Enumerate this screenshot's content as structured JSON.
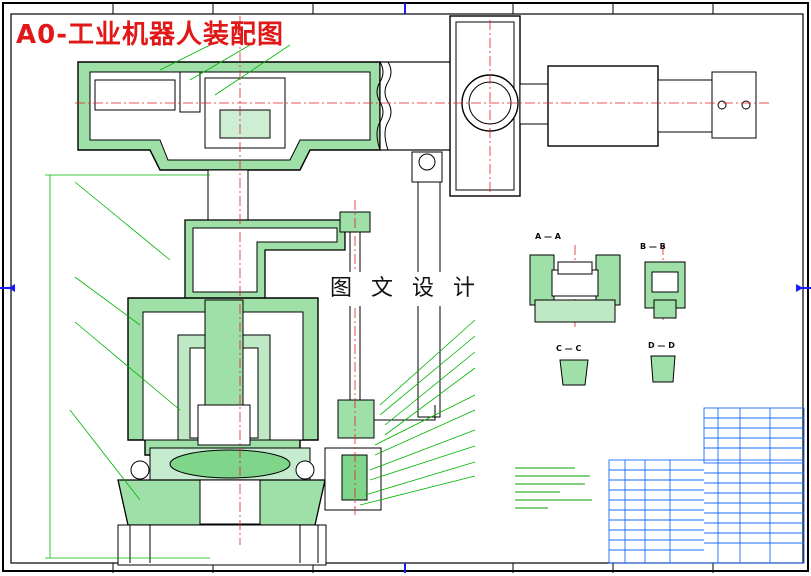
{
  "title": "A0-工业机器人装配图",
  "watermark": "图 文 设 计",
  "sections": {
    "aa": "A — A",
    "bb": "B — B",
    "cc": "C — C",
    "dd": "D — D"
  },
  "colors": {
    "outline": "#000000",
    "hatch": "#1e9e3a",
    "centerline": "#e02020",
    "leader": "#00b400",
    "title": "#e11818",
    "border": "#1a1aff"
  }
}
